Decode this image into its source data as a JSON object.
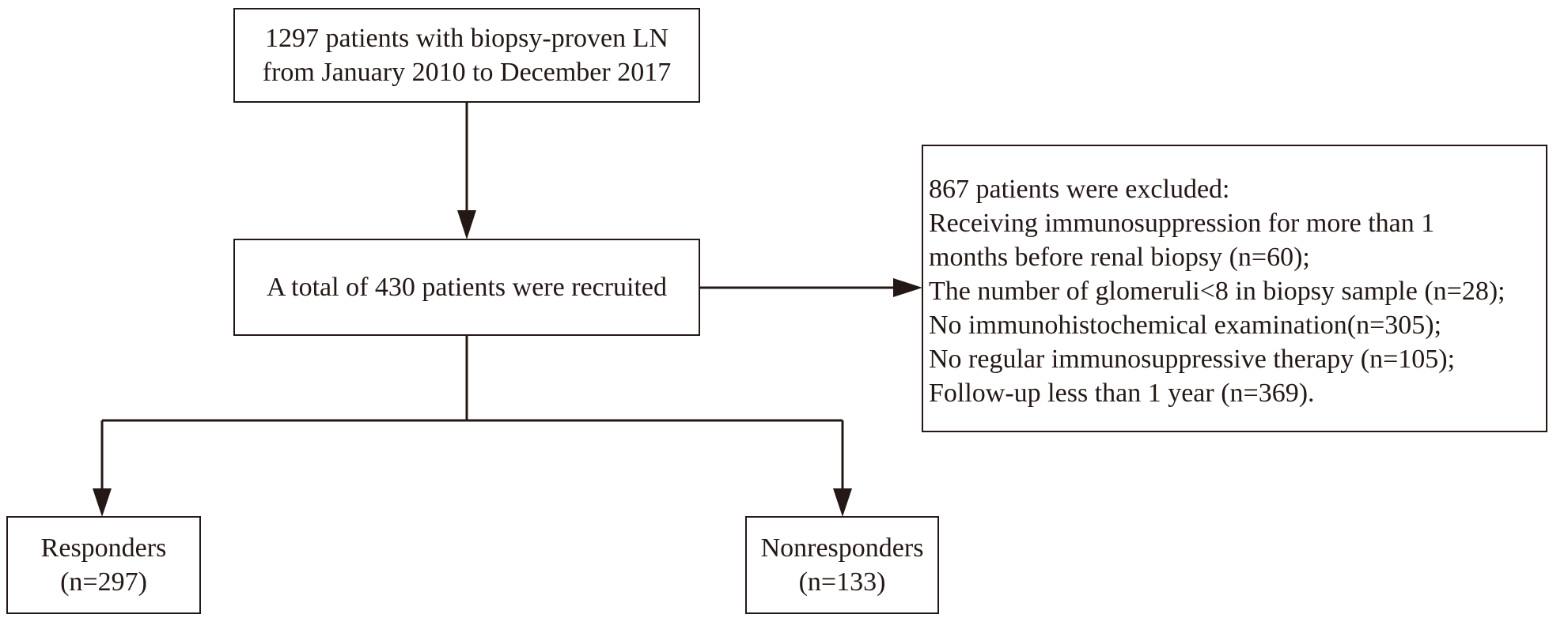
{
  "flowchart": {
    "start_box": {
      "lines": [
        "1297 patients with biopsy-proven LN",
        "from January 2010 to December 2017"
      ]
    },
    "recruited_box": {
      "text": "A total of 430 patients were recruited"
    },
    "excluded_box": {
      "header": "867 patients were excluded:",
      "lines": [
        "Receiving immunosuppression for more than 1",
        "months before renal biopsy (n=60);",
        "The number of glomeruli<8 in biopsy sample (n=28);",
        "No immunohistochemical examination(n=305);",
        "No regular immunosuppressive therapy (n=105);",
        "Follow-up less than 1 year (n=369)."
      ]
    },
    "responders_box": {
      "label": "Responders",
      "count": "(n=297)"
    },
    "nonresponders_box": {
      "label": "Nonresponders",
      "count": "(n=133)"
    }
  },
  "colors": {
    "line": "#231816",
    "text": "#231816",
    "background": "#ffffff"
  }
}
